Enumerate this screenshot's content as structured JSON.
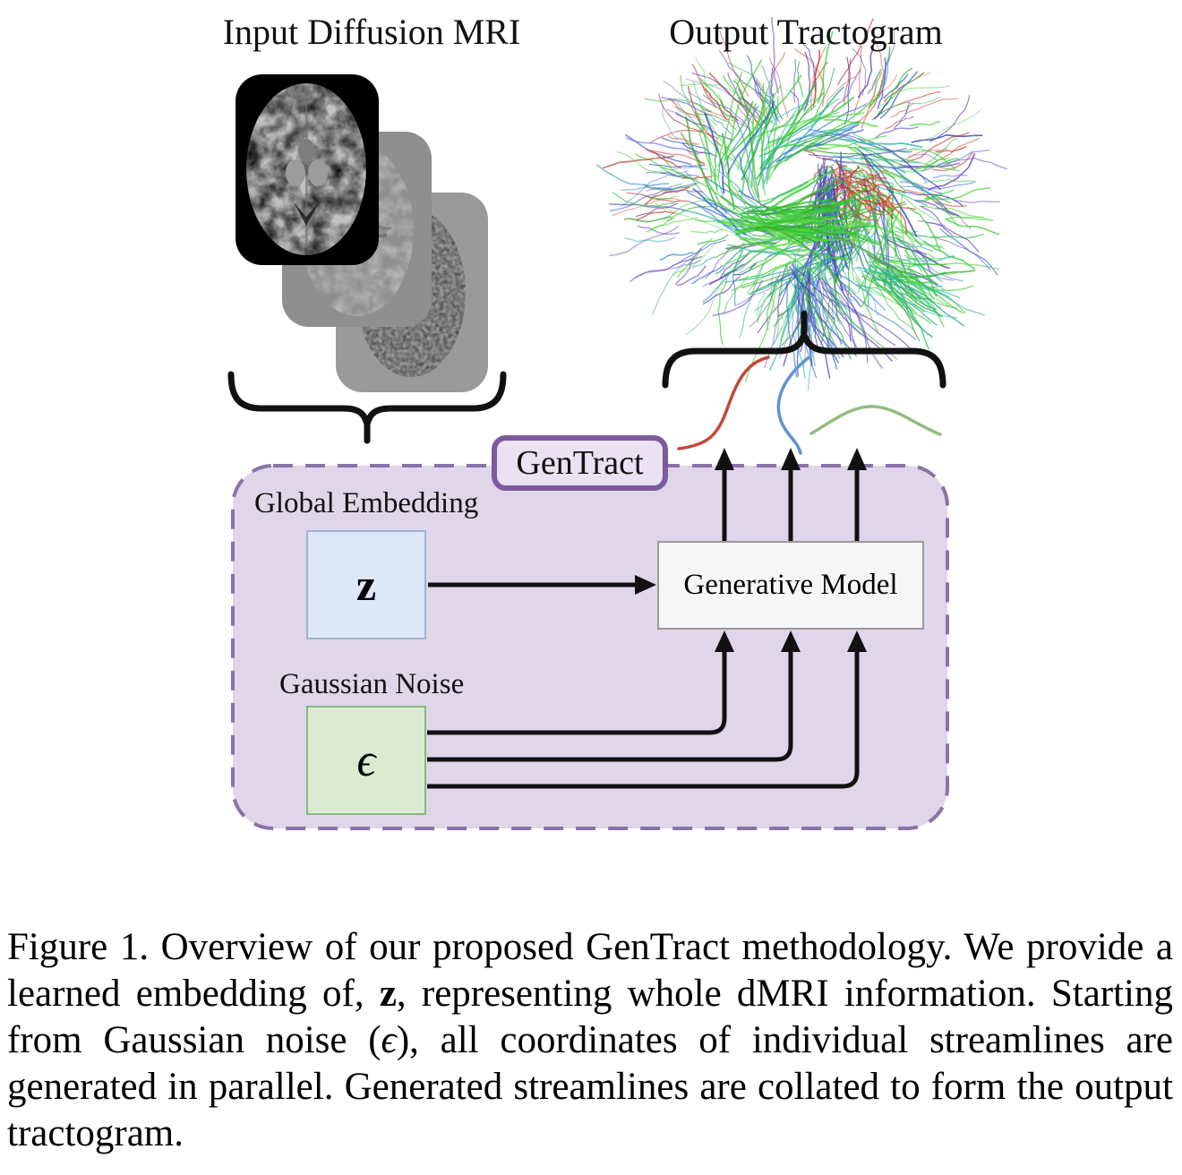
{
  "figure": {
    "input_label": "Input Diffusion MRI",
    "output_label": "Output Tractogram",
    "badge_label": "GenTract",
    "global_embedding_label": "Global Embedding",
    "z_symbol": "z",
    "gaussian_noise_label": "Gaussian Noise",
    "epsilon_symbol": "ϵ",
    "generative_model_label": "Generative Model",
    "colors": {
      "outer_box_fill": "#e0d6ea",
      "outer_box_border": "#8b72a8",
      "badge_fill": "#eae1f3",
      "badge_border": "#7d5a9e",
      "embedding_fill": "#dce8f8",
      "embedding_border": "#9db4d4",
      "noise_fill": "#dcead2",
      "noise_border": "#8ab87e",
      "model_fill": "#f6f6f6",
      "model_border": "#999999",
      "arrow_black": "#111111",
      "streamline_red": "#c4463d",
      "streamline_blue": "#5e94cf",
      "streamline_green": "#95bb82"
    },
    "tractogram_palette": {
      "greens": [
        "#2ec82e",
        "#45d23c",
        "#5fd84a",
        "#28b84a",
        "#3da532"
      ],
      "reds": [
        "#c93327",
        "#d44533",
        "#a8281e",
        "#d65f4a"
      ],
      "blues": [
        "#3440c8",
        "#4a5ad4",
        "#2c6ad4",
        "#4a90d9"
      ],
      "purples": [
        "#6a3fc0",
        "#7a55cc",
        "#5b3fae"
      ],
      "teals": [
        "#2ca8a0",
        "#3cc0b4"
      ]
    }
  },
  "caption": {
    "part1": "Figure 1.  Overview of our proposed GenTract methodology.  We provide a learned embedding of, ",
    "z_bold": "z",
    "part2": ", representing whole dMRI information.  Starting from Gaussian noise (",
    "epsilon_italic": "ϵ",
    "part3": "), all coordinates of individual streamlines are generated in parallel. Generated streamlines are collated to form the output tractogram."
  }
}
